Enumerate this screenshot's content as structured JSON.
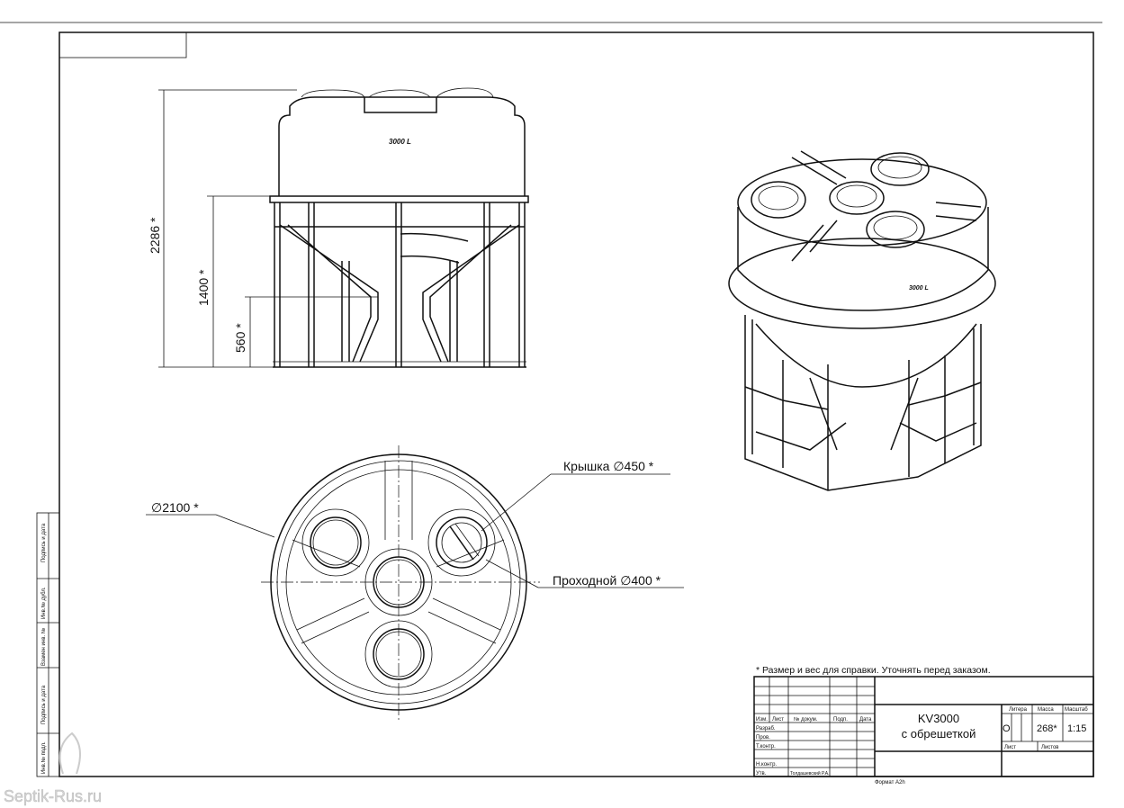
{
  "drawing": {
    "tank_label": "3000 L",
    "dimensions": {
      "height_total": "2286 *",
      "height_frame": "1400 *",
      "height_outlet": "560 *",
      "diameter": "∅2100  *",
      "lid": "Крышка  ∅450  *",
      "manhole": "Проходной  ∅400  *"
    },
    "note": "* Размер и вес для справки. Уточнять перед заказом."
  },
  "title_block": {
    "headers": [
      "Изм.",
      "Лист",
      "№ докум.",
      "Подп.",
      "Дата"
    ],
    "rows": [
      "Разраб.",
      "Пров.",
      "Т.контр.",
      "",
      "Н.контр.",
      "Утв."
    ],
    "approver": "Толдашевский Р.А.",
    "title_line1": "KV3000",
    "title_line2": "с обрешеткой",
    "litera_label": "Литера",
    "mass_label": "Масса",
    "scale_label": "Масштаб",
    "litera": "О",
    "mass": "268*",
    "scale": "1:15",
    "sheet_label": "Лист",
    "sheets_label": "Листов",
    "format": "Формат А2h"
  },
  "side_stamp": [
    "Подпись и дата",
    "Инв.№ дубл.",
    "Взамен инв. №",
    "Подпись и дата",
    "Инв.№ подл."
  ],
  "watermark": "Septik-Rus.ru"
}
